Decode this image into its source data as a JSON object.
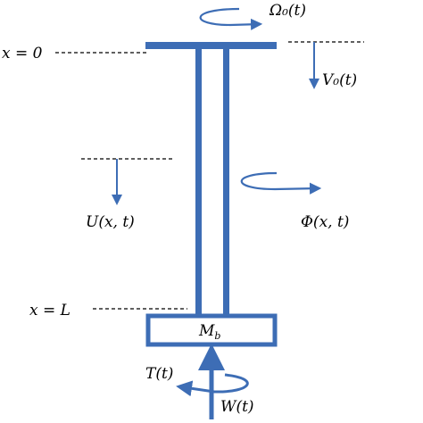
{
  "colors": {
    "structure": "#3d6db5",
    "leader": "#000000",
    "background": "#ffffff"
  },
  "labels": {
    "omega0": "Ω₀(t)",
    "x0": "x = 0",
    "v0": "V₀(t)",
    "u": "U(x, t)",
    "phi": "Φ(x, t)",
    "xL": "x = L",
    "mb": "M_b",
    "mb_main": "M",
    "mb_sub": "b",
    "t": "T(t)",
    "w": "W(t)"
  }
}
